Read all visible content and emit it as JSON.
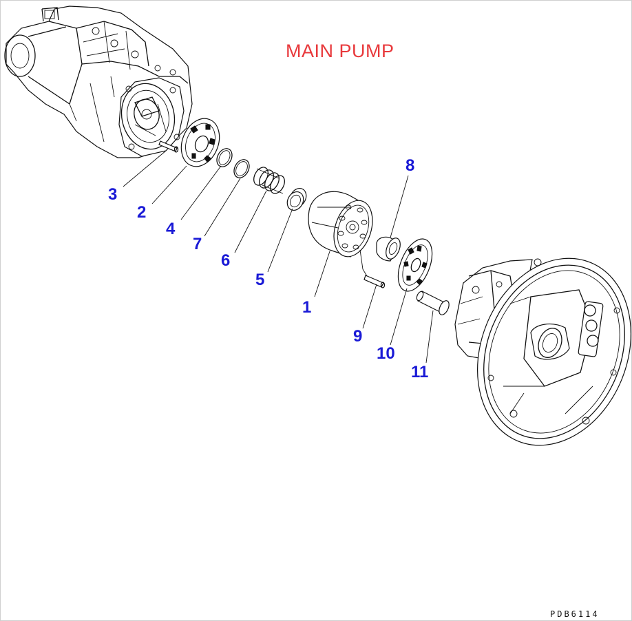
{
  "diagram": {
    "title": "MAIN PUMP",
    "drawing_code": "PDB6114",
    "callouts": [
      {
        "id": "3",
        "text": "3"
      },
      {
        "id": "2",
        "text": "2"
      },
      {
        "id": "4",
        "text": "4"
      },
      {
        "id": "7",
        "text": "7"
      },
      {
        "id": "6",
        "text": "6"
      },
      {
        "id": "5",
        "text": "5"
      },
      {
        "id": "1",
        "text": "1"
      },
      {
        "id": "8",
        "text": "8"
      },
      {
        "id": "9",
        "text": "9"
      },
      {
        "id": "10",
        "text": "10"
      },
      {
        "id": "11",
        "text": "11"
      }
    ]
  },
  "colors": {
    "title": "#e8393c",
    "callout": "#1a1ad6",
    "line": "#111111"
  }
}
